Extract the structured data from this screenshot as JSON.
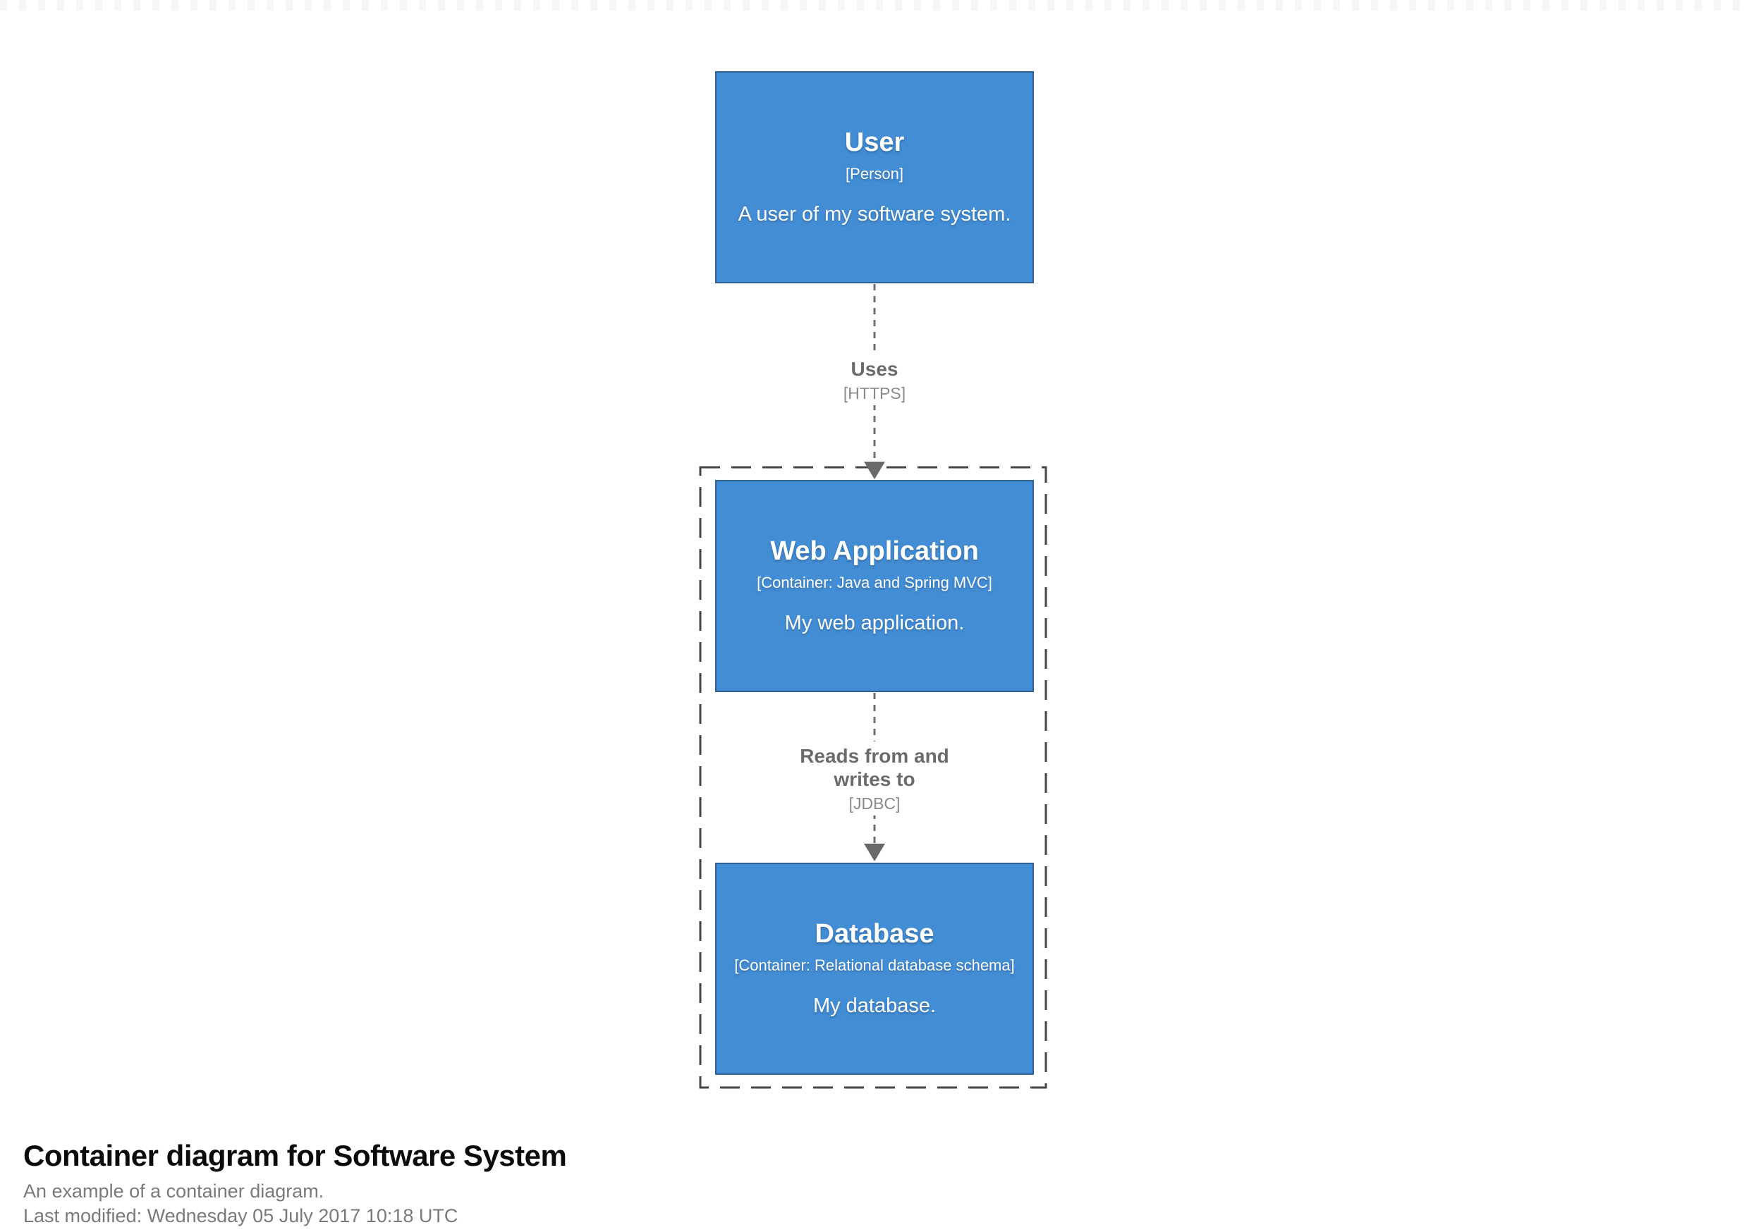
{
  "page": {
    "title": "Container diagram for Software System",
    "subtitle": "An example of a container diagram.",
    "last_modified": "Last modified: Wednesday 05 July 2017 10:18 UTC"
  },
  "diagram": {
    "kind": "c4-container-diagram",
    "elements": [
      {
        "name": "User",
        "meta": "[Person]",
        "description": "A user of my software system."
      },
      {
        "name": "Web Application",
        "meta": "[Container: Java and Spring MVC]",
        "description": "My web application."
      },
      {
        "name": "Database",
        "meta": "[Container: Relational database schema]",
        "description": "My database."
      }
    ],
    "relationships": [
      {
        "label": "Uses",
        "tech": "[HTTPS]"
      },
      {
        "label": "Reads from and writes to",
        "tech": "[JDBC]"
      }
    ],
    "colors": {
      "element_fill": "#438dd5",
      "element_border": "#2e6295",
      "element_text": "#ffffff",
      "relationship_line": "#6e6e6e",
      "relationship_text": "#6b6b6b",
      "boundary_border": "#464646",
      "title_text": "#0b0b0b",
      "subtitle_text": "#7a7a7a"
    }
  }
}
